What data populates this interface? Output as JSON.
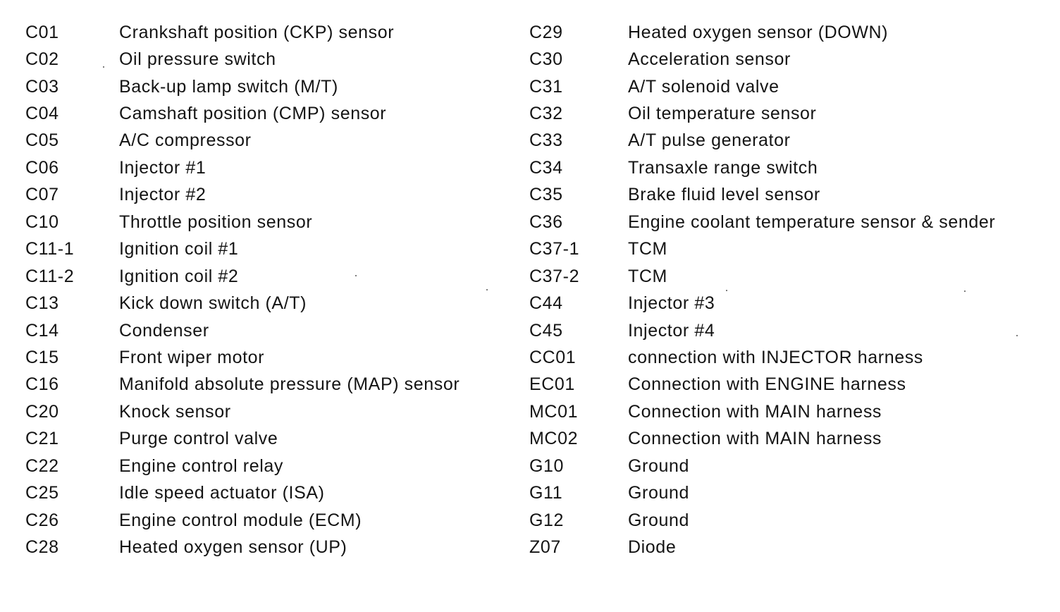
{
  "left_column": [
    {
      "code": "C01",
      "desc": "Crankshaft position (CKP) sensor"
    },
    {
      "code": "C02",
      "desc": "Oil pressure switch"
    },
    {
      "code": "C03",
      "desc": "Back-up lamp switch (M/T)"
    },
    {
      "code": "C04",
      "desc": "Camshaft position (CMP) sensor"
    },
    {
      "code": "C05",
      "desc": "A/C compressor"
    },
    {
      "code": "C06",
      "desc": "Injector #1"
    },
    {
      "code": "C07",
      "desc": "Injector #2"
    },
    {
      "code": "C10",
      "desc": "Throttle position sensor"
    },
    {
      "code": "C11-1",
      "desc": "Ignition coil #1"
    },
    {
      "code": "C11-2",
      "desc": "Ignition coil #2"
    },
    {
      "code": "C13",
      "desc": "Kick down switch (A/T)"
    },
    {
      "code": "C14",
      "desc": "Condenser"
    },
    {
      "code": "C15",
      "desc": "Front wiper motor"
    },
    {
      "code": "C16",
      "desc": "Manifold absolute pressure (MAP) sensor"
    },
    {
      "code": "C20",
      "desc": "Knock sensor"
    },
    {
      "code": "C21",
      "desc": "Purge control valve"
    },
    {
      "code": "C22",
      "desc": "Engine control relay"
    },
    {
      "code": "C25",
      "desc": "Idle speed actuator (ISA)"
    },
    {
      "code": "C26",
      "desc": "Engine control module (ECM)"
    },
    {
      "code": "C28",
      "desc": "Heated oxygen sensor (UP)"
    }
  ],
  "right_column": [
    {
      "code": "C29",
      "desc": "Heated oxygen sensor (DOWN)"
    },
    {
      "code": "C30",
      "desc": "Acceleration sensor"
    },
    {
      "code": "C31",
      "desc": "A/T solenoid valve"
    },
    {
      "code": "C32",
      "desc": "Oil temperature sensor"
    },
    {
      "code": "C33",
      "desc": "A/T pulse generator"
    },
    {
      "code": "C34",
      "desc": "Transaxle range switch"
    },
    {
      "code": "C35",
      "desc": "Brake fluid level sensor"
    },
    {
      "code": "C36",
      "desc": "Engine coolant temperature sensor & sender"
    },
    {
      "code": "C37-1",
      "desc": "TCM"
    },
    {
      "code": "C37-2",
      "desc": "TCM"
    },
    {
      "code": "C44",
      "desc": "Injector #3"
    },
    {
      "code": "C45",
      "desc": "Injector #4"
    },
    {
      "code": "CC01",
      "desc": "connection with INJECTOR harness"
    },
    {
      "code": "EC01",
      "desc": "Connection with ENGINE harness"
    },
    {
      "code": "MC01",
      "desc": "Connection with MAIN harness"
    },
    {
      "code": "MC02",
      "desc": "Connection with MAIN harness"
    },
    {
      "code": "G10",
      "desc": "Ground"
    },
    {
      "code": "G11",
      "desc": "Ground"
    },
    {
      "code": "G12",
      "desc": "Ground"
    },
    {
      "code": "Z07",
      "desc": "Diode"
    }
  ]
}
